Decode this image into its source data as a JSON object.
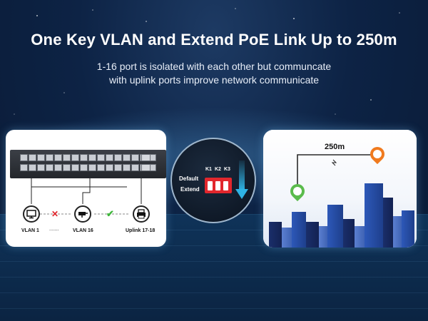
{
  "header": {
    "title": "One Key VLAN and Extend PoE Link Up to 250m",
    "subtitle_line1": "1-16 port is isolated with each other but communcate",
    "subtitle_line2": "with uplink ports improve network communicate"
  },
  "left_panel": {
    "labels": {
      "vlan1": "VLAN 1",
      "dots": ".......",
      "vlan16": "VLAN 16",
      "uplink": "Uplink 17-18"
    },
    "icons": [
      "monitor-icon",
      "camera-icon",
      "printer-icon",
      "block-x-icon",
      "check-icon"
    ],
    "colors": {
      "blocked": "#e0262c",
      "allowed": "#3eb53a"
    }
  },
  "dip_panel": {
    "headers": [
      "K1",
      "K2",
      "K3"
    ],
    "default_label": "Default",
    "extend_label": "Extend",
    "switch_color": "#e2272d",
    "arrow_color": "#2fb3e4"
  },
  "right_panel": {
    "distance": "250m",
    "colors": {
      "camera_pin": "#f07a1e",
      "switch_pin": "#5abb4c",
      "link_line": "#2a2a2a"
    }
  }
}
